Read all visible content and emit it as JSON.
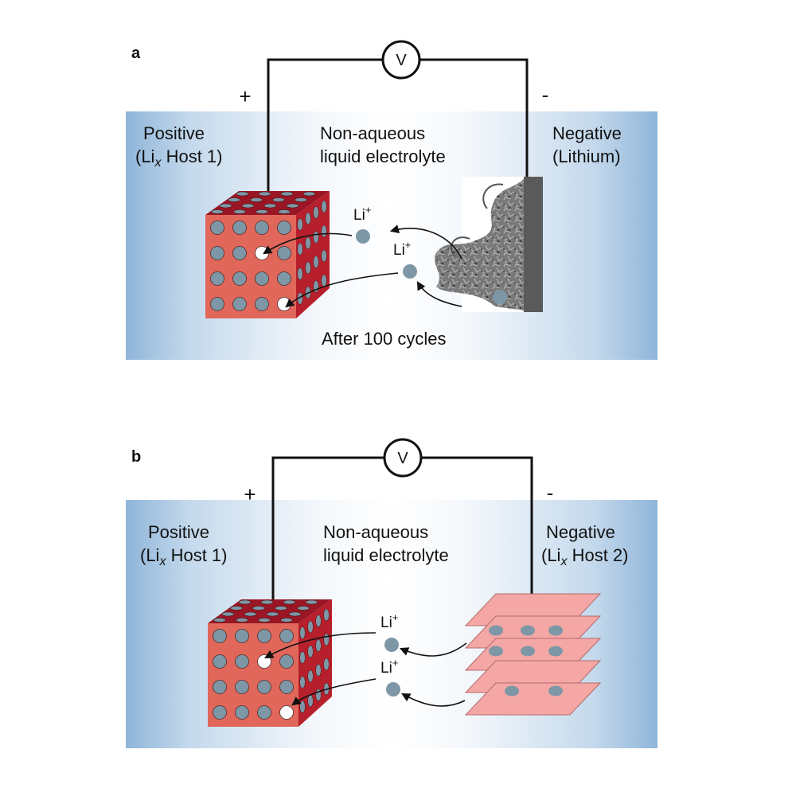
{
  "panels": [
    {
      "letter": "a",
      "positive_sign": "+",
      "negative_sign": "-",
      "meter": "V",
      "positive_line1": "Positive",
      "positive_line2_pre": "(Li",
      "positive_line2_sub": "x",
      "positive_line2_post": " Host 1)",
      "electrolyte_line1": "Non-aqueous",
      "electrolyte_line2": "liquid electrolyte",
      "negative_line1": "Negative",
      "negative_line2": "(Lithium)",
      "ion_label": "Li",
      "ion_sup": "+",
      "caption": "After 100 cycles"
    },
    {
      "letter": "b",
      "positive_sign": "+",
      "negative_sign": "-",
      "meter": "V",
      "positive_line1": "Positive",
      "positive_line2_pre": "(Li",
      "positive_line2_sub": "x",
      "positive_line2_post": " Host 1)",
      "electrolyte_line1": "Non-aqueous",
      "electrolyte_line2": "liquid electrolyte",
      "negative_line1": "Negative",
      "negative_line2_pre": "(Li",
      "negative_line2_sub": "x",
      "negative_line2_post": " Host 2)",
      "ion_label": "Li",
      "ion_sup": "+"
    }
  ],
  "colors": {
    "cell_edge": "#8fb5d9",
    "cube_front": "#e0675a",
    "cube_side": "#b81f2c",
    "cube_top": "#9a1624",
    "ion": "#7e97a6",
    "vacancy": "#ffffff",
    "sheet": "#f4a7a5",
    "sheet_edge": "#b56a6a"
  }
}
